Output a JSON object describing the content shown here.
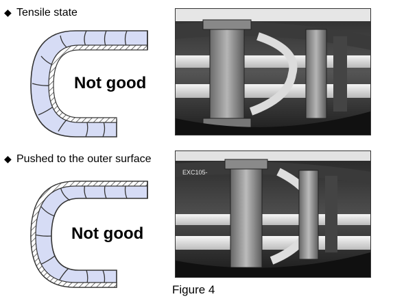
{
  "panels": [
    {
      "heading": "Tensile state",
      "bullet": "◆",
      "verdict": "Not good"
    },
    {
      "heading": "Pushed to the outer surface",
      "bullet": "◆",
      "verdict": "Not good"
    }
  ],
  "caption": "Figure 4",
  "photo_labels": {
    "bottom_brand": "EXC105-"
  },
  "colors": {
    "tube_fill": "#d6dcf5",
    "outline": "#333333",
    "hatch": "#333333"
  }
}
